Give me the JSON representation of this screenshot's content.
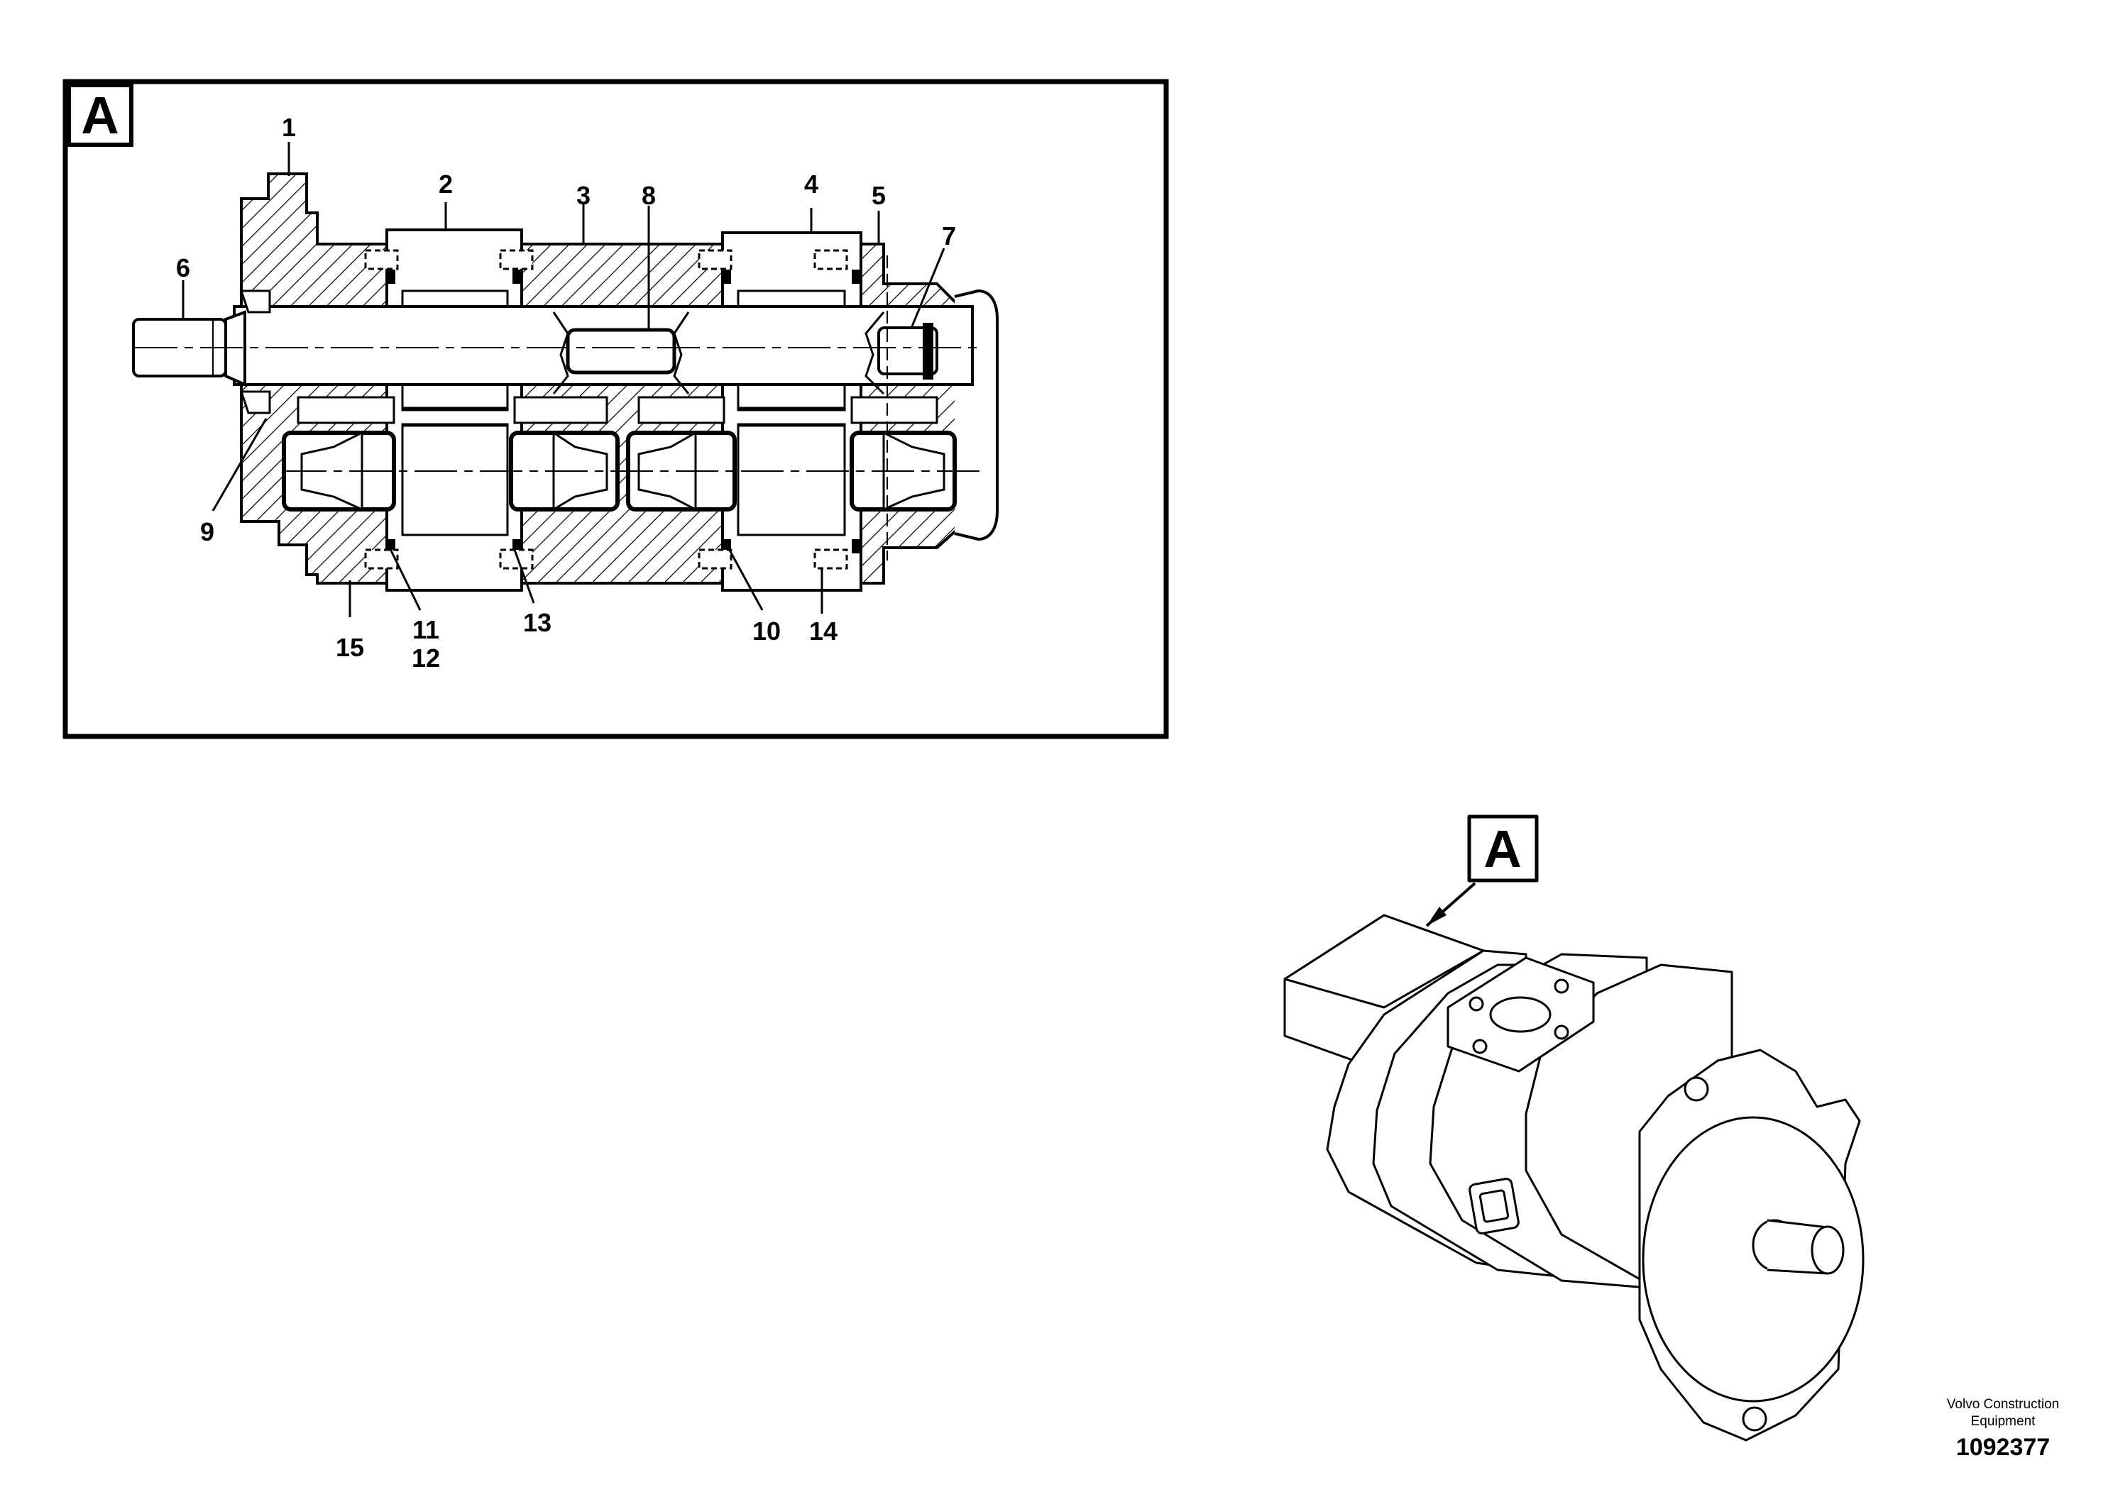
{
  "view_label": "A",
  "callouts": [
    "1",
    "2",
    "3",
    "4",
    "5",
    "6",
    "7",
    "8",
    "9",
    "10",
    "11",
    "12",
    "13",
    "14",
    "15"
  ],
  "credit": {
    "organization_line1": "Volvo Construction",
    "organization_line2": "Equipment",
    "drawing_number": "1092377"
  }
}
